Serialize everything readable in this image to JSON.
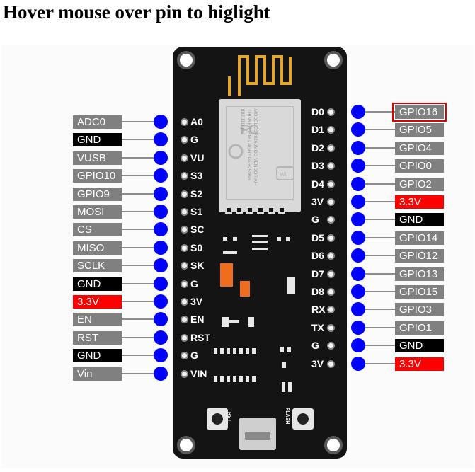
{
  "page": {
    "title": "Hover mouse over pin to higlight"
  },
  "board": {
    "left_pin_labels": [
      "A0",
      "G",
      "VU",
      "S3",
      "S2",
      "S1",
      "SC",
      "S0",
      "SK",
      "G",
      "3V",
      "EN",
      "RST",
      "G",
      "VIN"
    ],
    "right_pin_labels": [
      "D0",
      "D1",
      "D2",
      "D3",
      "D4",
      "3V",
      "G",
      "D5",
      "D6",
      "D7",
      "D8",
      "RX",
      "TX",
      "G",
      "3V"
    ],
    "button_labels": {
      "rst": "RST",
      "flash": "FLASH"
    },
    "module_text": "MODEL ESP8266MOD VENDOR AI-THINKER ISM 2.4GHz PA +25dBm 802.11b/g/n"
  },
  "left_pins": [
    {
      "label": "ADC0",
      "style": "gray"
    },
    {
      "label": "GND",
      "style": "black"
    },
    {
      "label": "VUSB",
      "style": "gray"
    },
    {
      "label": "GPIO10",
      "style": "gray"
    },
    {
      "label": "GPIO9",
      "style": "gray"
    },
    {
      "label": "MOSI",
      "style": "gray"
    },
    {
      "label": "CS",
      "style": "gray"
    },
    {
      "label": "MISO",
      "style": "gray"
    },
    {
      "label": "SCLK",
      "style": "gray"
    },
    {
      "label": "GND",
      "style": "black"
    },
    {
      "label": "3.3V",
      "style": "red"
    },
    {
      "label": "EN",
      "style": "gray"
    },
    {
      "label": "RST",
      "style": "gray"
    },
    {
      "label": "GND",
      "style": "black"
    },
    {
      "label": "Vin",
      "style": "gray"
    }
  ],
  "right_pins": [
    {
      "label": "GPIO16",
      "style": "gray",
      "highlighted": true
    },
    {
      "label": "GPIO5",
      "style": "gray"
    },
    {
      "label": "GPIO4",
      "style": "gray"
    },
    {
      "label": "GPIO0",
      "style": "gray"
    },
    {
      "label": "GPIO2",
      "style": "gray"
    },
    {
      "label": "3.3V",
      "style": "red"
    },
    {
      "label": "GND",
      "style": "black"
    },
    {
      "label": "GPIO14",
      "style": "gray"
    },
    {
      "label": "GPIO12",
      "style": "gray"
    },
    {
      "label": "GPIO13",
      "style": "gray"
    },
    {
      "label": "GPIO15",
      "style": "gray"
    },
    {
      "label": "GPIO3",
      "style": "gray"
    },
    {
      "label": "GPIO1",
      "style": "gray"
    },
    {
      "label": "GND",
      "style": "black"
    },
    {
      "label": "3.3V",
      "style": "red"
    }
  ],
  "colors": {
    "connector_dot": "#0000ff",
    "gray_tag": "#808080",
    "gnd_tag": "#000000",
    "power_tag": "#ff0000",
    "highlight_border": "#e00000"
  }
}
